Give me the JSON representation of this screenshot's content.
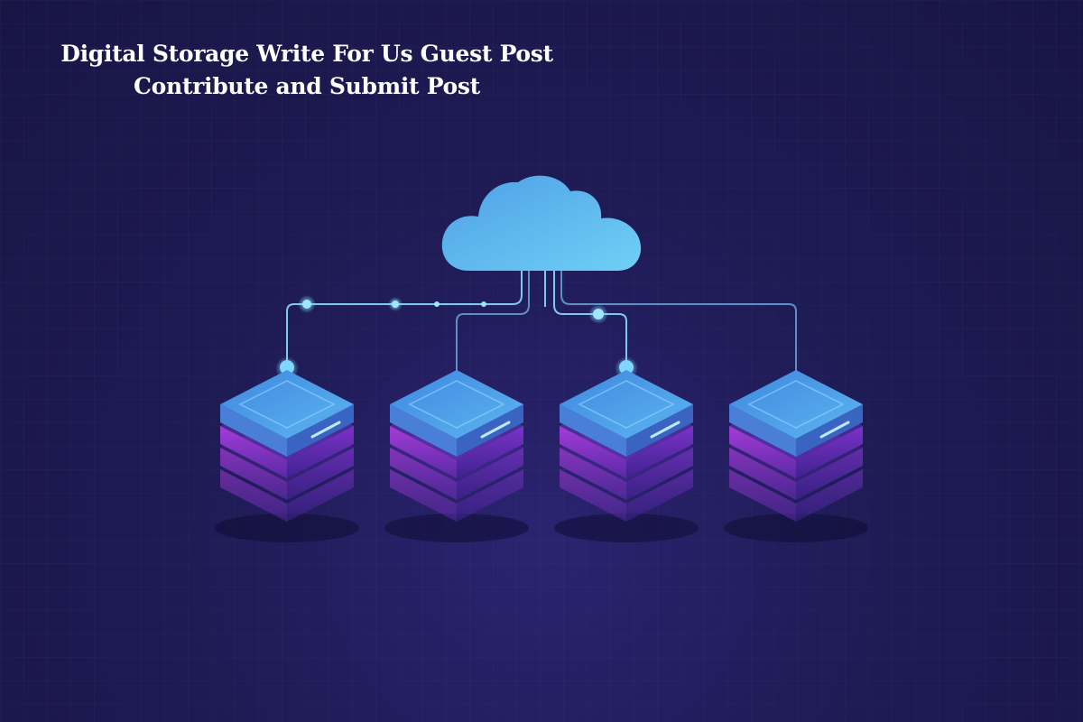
{
  "headline": {
    "line1": "Digital Storage Write For Us Guest Post",
    "line2": "Contribute and Submit Post"
  },
  "illustration": {
    "icons": [
      "cloud-icon",
      "server-stack-icon"
    ],
    "server_count": 4
  },
  "colors": {
    "background": "#1e1b55",
    "cloud": "#5fb8f0",
    "server_top": "#4a9fe6",
    "server_layers": "#8a3fd4",
    "connector": "#6aa8d8"
  }
}
